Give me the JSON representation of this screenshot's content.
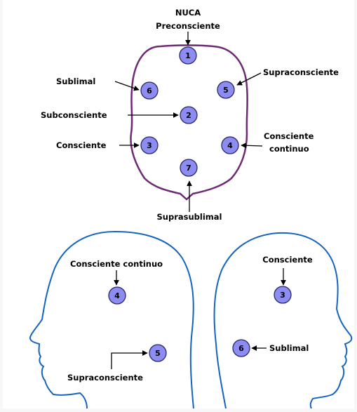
{
  "top_diagram": {
    "title_line1": "NUCA",
    "title_line2": "Preconsciente",
    "labels": {
      "sublimal": "Sublimal",
      "supraconsciente": "Supraconsciente",
      "subconsciente": "Subconsciente",
      "consciente": "Consciente",
      "consciente_continuo_1": "Consciente",
      "consciente_continuo_2": "continuo",
      "suprasublimal": "Suprasublimal"
    },
    "points": {
      "n1": "1",
      "n2": "2",
      "n3": "3",
      "n4": "4",
      "n5": "5",
      "n6": "6",
      "n7": "7"
    }
  },
  "left_profile": {
    "label_top": "Consciente continuo",
    "label_bottom": "Supraconsciente",
    "point_top": "4",
    "point_bottom": "5"
  },
  "right_profile": {
    "label_top": "Consciente",
    "label_bottom": "Sublimal",
    "point_top": "3",
    "point_bottom": "6"
  },
  "colors": {
    "head_outline": "#6e2a74",
    "profile_outline": "#1565c0",
    "circle_fill": "#8c8cf2",
    "circle_stroke": "#2a2a66"
  }
}
